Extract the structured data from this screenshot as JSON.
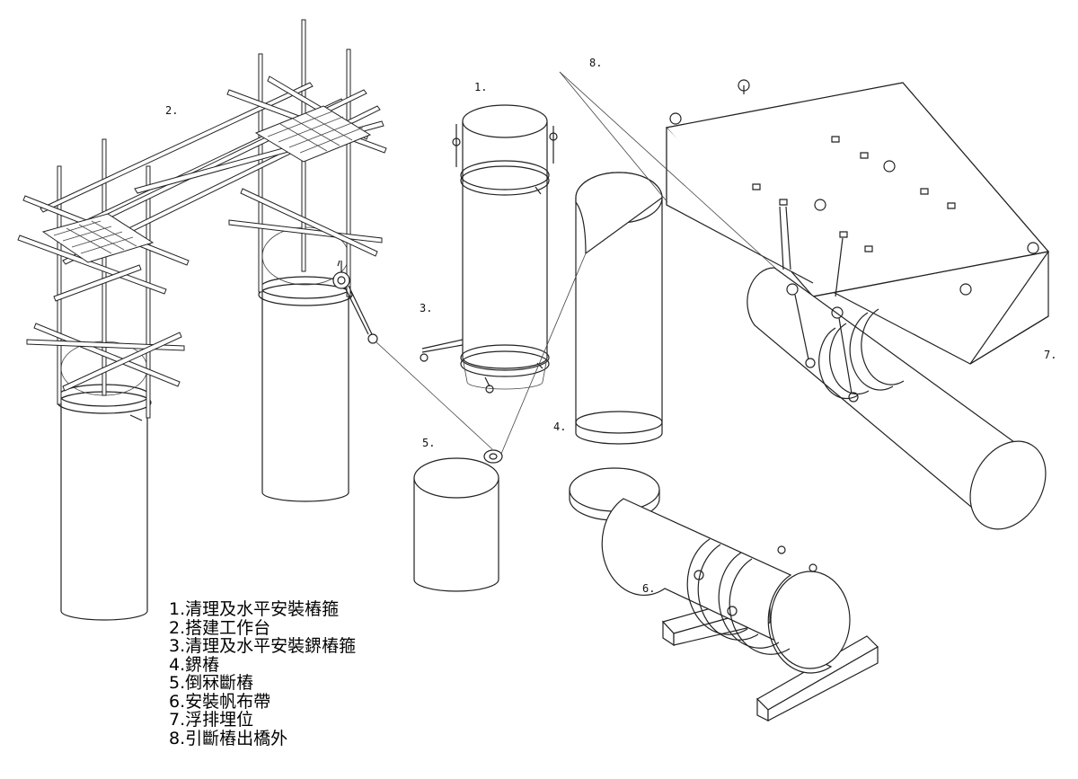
{
  "step_labels": {
    "s1": "1.",
    "s2": "2.",
    "s3": "3.",
    "s4": "4.",
    "s5": "5.",
    "s6": "6.",
    "s7": "7.",
    "s8": "8."
  },
  "legend": [
    "1.清理及水平安裝樁箍",
    "2.搭建工作台",
    "3.清理及水平安裝鎅樁箍",
    "4.鎅樁",
    "5.倒冧斷樁",
    "6.安裝帆布帶",
    "7.浮排埋位",
    "8.引斷樁出橋外"
  ]
}
